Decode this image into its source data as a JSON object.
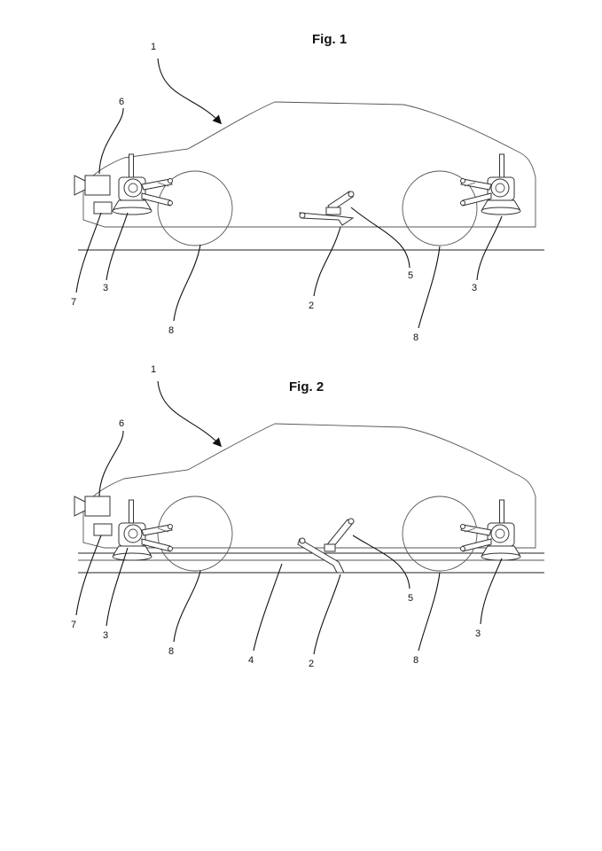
{
  "figures": [
    {
      "title": "Fig. 1",
      "labels": [
        "1",
        "6",
        "7",
        "3",
        "8",
        "2",
        "5",
        "8",
        "3"
      ]
    },
    {
      "title": "Fig. 2",
      "labels": [
        "1",
        "6",
        "7",
        "3",
        "8",
        "4",
        "2",
        "5",
        "8",
        "3"
      ]
    }
  ]
}
